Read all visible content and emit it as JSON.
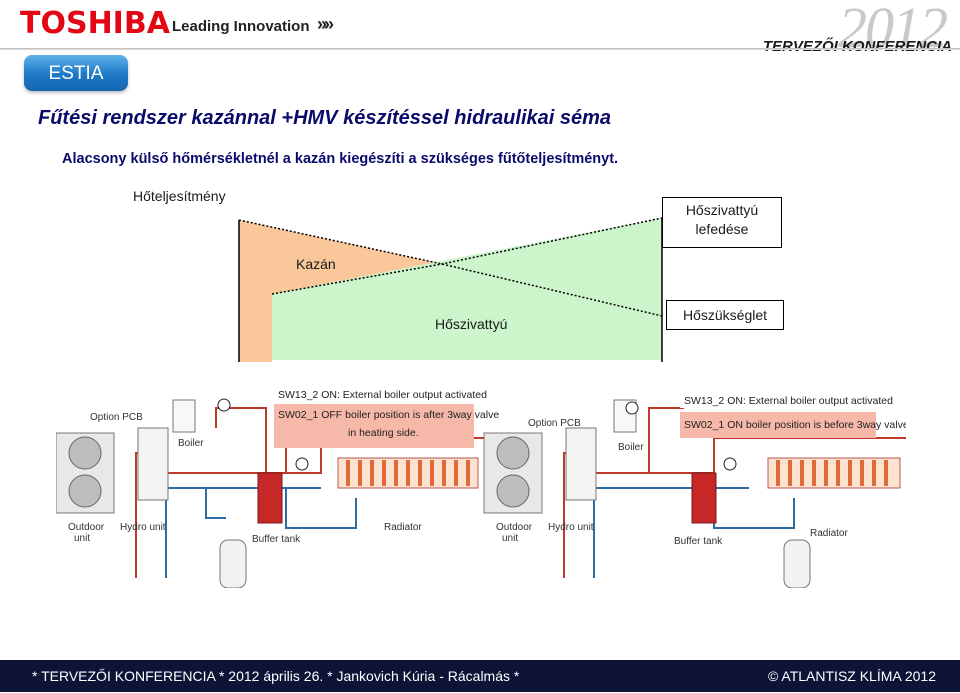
{
  "header": {
    "brand": "TOSHIBA",
    "tagline": "Leading Innovation",
    "tagline_chevrons": "»»",
    "conference_year": "2012",
    "conference_title": "TERVEZŐI KONFERENCIA",
    "product_button": "ESTIA",
    "brand_color": "#e30613"
  },
  "slide": {
    "title": "Fűtési rendszer kazánnal +HMV készítéssel hidraulikai séma",
    "subtitle": "Alacsony külső hőmérsékletnél a kazán kiegészíti a szükséges fűtőteljesítményt."
  },
  "chart": {
    "y_axis_label": "Hőteljesítmény",
    "coverage_box": [
      "Hőszivattyú",
      "lefedése"
    ],
    "demand_box": "Hőszükséglet",
    "boiler_label": "Kazán",
    "heatpump_label": "Hőszivattyú",
    "boiler_color": "#f9c79a",
    "heatpump_color": "#ccf5cc"
  },
  "diagram": {
    "left": {
      "option_pcb": "Option PCB",
      "boiler": "Boiler",
      "outdoor_unit": [
        "Outdoor",
        "unit"
      ],
      "hydro_unit": "Hydro unit",
      "buffer_tank": "Buffer tank",
      "radiator": "Radiator",
      "banner_line1": "SW13_2 ON: External boiler output activated",
      "banner_line2": "SW02_1 OFF  boiler position is after 3way valve",
      "banner_line3": "in heating side."
    },
    "right": {
      "option_pcb": "Option PCB",
      "boiler": "Boiler",
      "outdoor_unit": [
        "Outdoor",
        "unit"
      ],
      "hydro_unit": "Hydro unit",
      "buffer_tank": "Buffer tank",
      "radiator": "Radiator",
      "banner_line1": "SW13_2 ON: External boiler output activated",
      "banner_line2": "SW02_1 ON   boiler position is before 3way valve"
    }
  },
  "footer": {
    "left": "*  TERVEZŐI KONFERENCIA *  2012 április 26.   *  Jankovich Kúria - Rácalmás   *",
    "right": "© ATLANTISZ KLÍMA 2012"
  }
}
